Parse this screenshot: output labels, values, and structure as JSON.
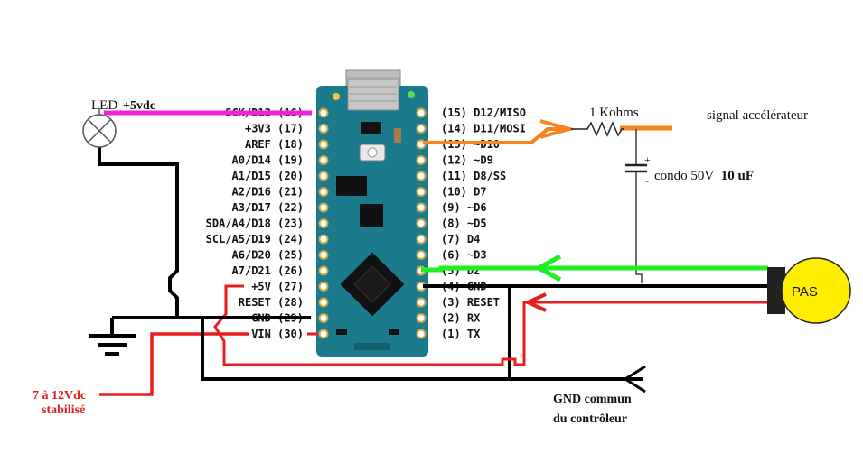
{
  "labels": {
    "led": "LED",
    "led_supply": "+5vdc",
    "resistor": "1 Kohms",
    "throttle_signal": "signal accélérateur",
    "capacitor_prefix": "condo 50V",
    "capacitor_value": "10 uF",
    "cap_plus": "+",
    "cap_minus": "-",
    "pas": "PAS",
    "supply_line1": "7 à 12Vdc",
    "supply_line2": "stabilisé",
    "gnd_line1": "GND commun",
    "gnd_line2": "du contrôleur"
  },
  "left_pins": [
    "SCK/D13 (16)",
    "+3V3 (17)",
    "AREF (18)",
    "A0/D14 (19)",
    "A1/D15 (20)",
    "A2/D16 (21)",
    "A3/D17 (22)",
    "SDA/A4/D18 (23)",
    "SCL/A5/D19 (24)",
    "A6/D20 (25)",
    "A7/D21 (26)",
    "+5V (27)",
    "RESET (28)",
    "GND (29)",
    "VIN (30)"
  ],
  "right_pins": [
    "(15) D12/MISO",
    "(14) D11/MOSI",
    "(13) ~D10",
    "(12) ~D9",
    "(11) D8/SS",
    "(10) D7",
    "(9) ~D6",
    "(8) ~D5",
    "(7) D4",
    "(6) ~D3",
    "(5) D2",
    "(4) GND",
    "(3) RESET",
    "(2) RX",
    "(1) TX"
  ],
  "colors": {
    "board": "#1b7a8c",
    "wire_black": "#000000",
    "wire_red": "#e61e1e",
    "wire_green": "#22ee22",
    "wire_orange": "#f7841d",
    "wire_magenta": "#ee22dd",
    "pas_fill": "#ffee00",
    "supply_text": "#e02020"
  }
}
